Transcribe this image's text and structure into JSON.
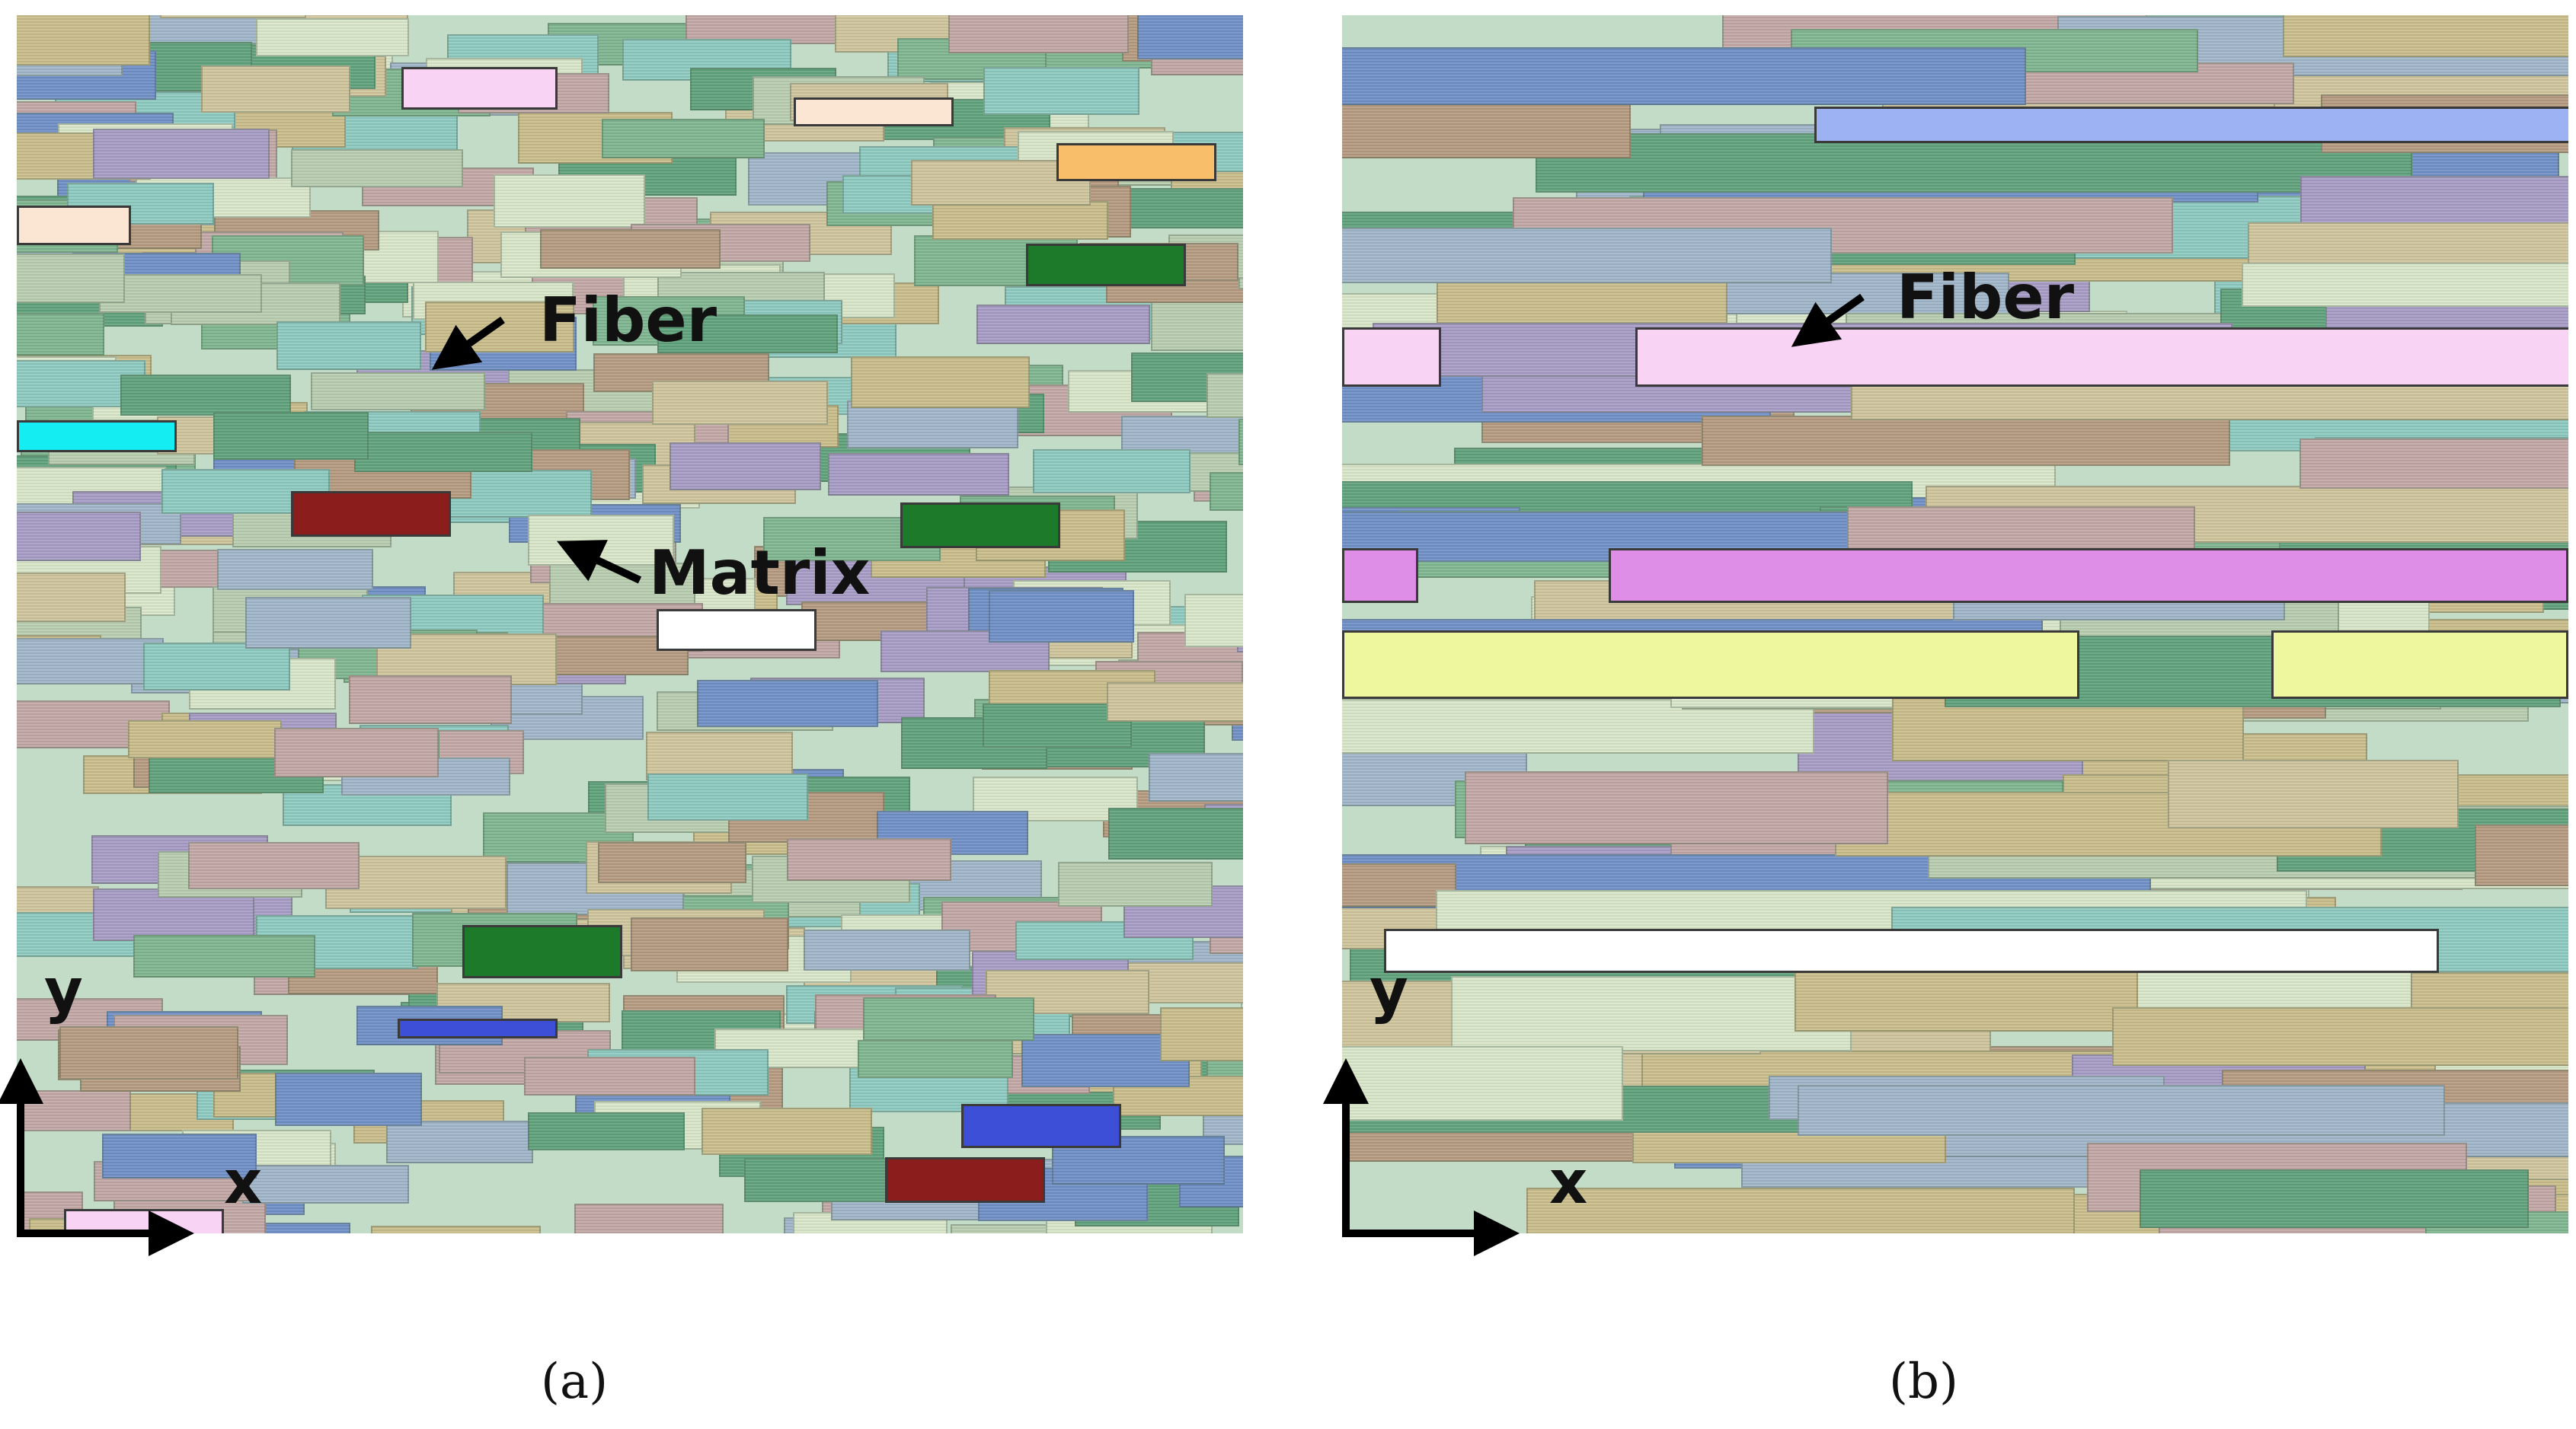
{
  "panels": [
    {
      "id": "a",
      "caption": "(a)",
      "fiber_label": "Fiber",
      "matrix_label": "Matrix",
      "x_axis_label": "x",
      "y_axis_label": "y"
    },
    {
      "id": "b",
      "caption": "(b)",
      "fiber_label": "Fiber",
      "x_axis_label": "x",
      "y_axis_label": "y"
    }
  ],
  "colors": {
    "matrix": "#c3dcc8",
    "fiber_palette": [
      "#6f8fc6",
      "#c9bd8a",
      "#b8cdb0",
      "#8cc9c0",
      "#c2a7a5",
      "#9fb6c9",
      "#a79bc4",
      "#5fa27a",
      "#cfc49c",
      "#b49a80",
      "#d8e6c8",
      "#7fb58f"
    ],
    "highlighted_fibers": [
      "#f8d3f4",
      "#fbe6d3",
      "#f9be6a",
      "#1d7a2a",
      "#14eef2",
      "#8b1d1d",
      "#ffffff",
      "#3d4fd6",
      "#9cb2f3",
      "#df8ee8",
      "#eef79e"
    ]
  }
}
